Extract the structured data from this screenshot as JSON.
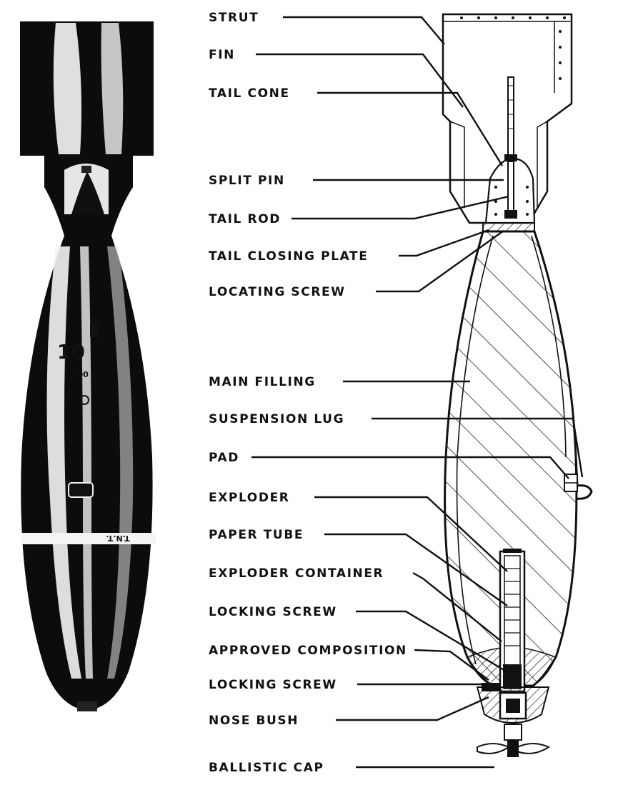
{
  "labels": {
    "strut": "STRUT",
    "fin": "FIN",
    "tail_cone": "TAIL CONE",
    "split_pin": "SPLIT PIN",
    "tail_rod": "TAIL ROD",
    "tail_closing_plate": "TAIL CLOSING PLATE",
    "locating_screw": "LOCATING SCREW",
    "main_filling": "MAIN FILLING",
    "suspension_lug": "SUSPENSION LUG",
    "pad": "PAD",
    "exploder": "EXPLODER",
    "paper_tube": "PAPER TUBE",
    "exploder_container": "EXPLODER CONTAINER",
    "locking_screw_1": "LOCKING SCREW",
    "approved_composition": "APPROVED COMPOSITION",
    "locking_screw_2": "LOCKING SCREW",
    "nose_bush": "NOSE BUSH",
    "ballistic_cap": "BALLISTIC CAP"
  },
  "photo_markings": {
    "band_text": "T.N.T.",
    "weight_text": "10",
    "inverted_mark": "7 00"
  }
}
